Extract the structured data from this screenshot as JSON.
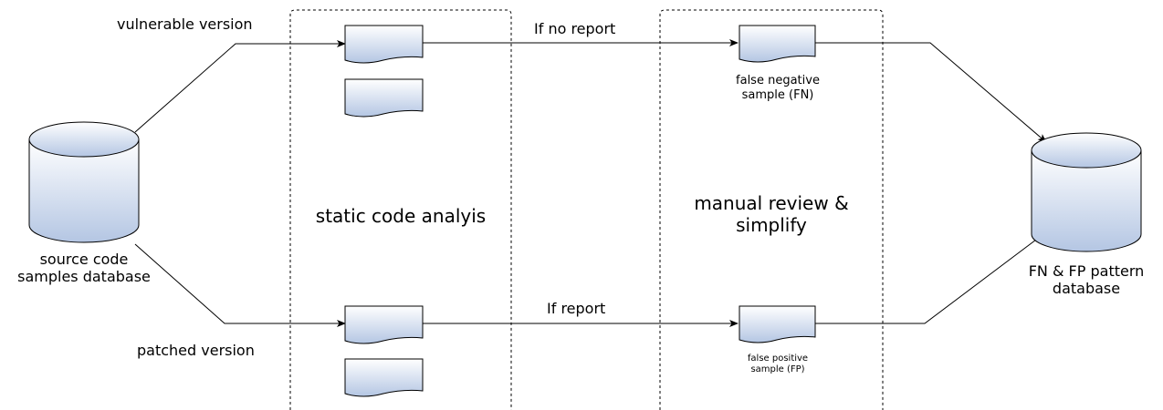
{
  "diagram": {
    "labels": {
      "vulnerable_version": "vulnerable version",
      "patched_version": "patched version",
      "source_db": [
        "source code",
        "samples database"
      ],
      "static_analysis": "static code analyis",
      "manual_review": [
        "manual review &",
        "simplify"
      ],
      "if_no_report": "If no report",
      "if_report": "If report",
      "false_negative": [
        "false negative",
        "sample (FN)"
      ],
      "false_positive": [
        "false positive",
        "sample (FP)"
      ],
      "pattern_db": [
        "FN & FP pattern",
        "database"
      ]
    },
    "colors": {
      "doc_fill_top": "#ffffff",
      "doc_fill_bottom": "#b4c6e3",
      "doc_stroke": "#000000",
      "db_fill_top": "#ffffff",
      "db_fill_bottom": "#b4c6e3",
      "line": "#000000"
    }
  }
}
